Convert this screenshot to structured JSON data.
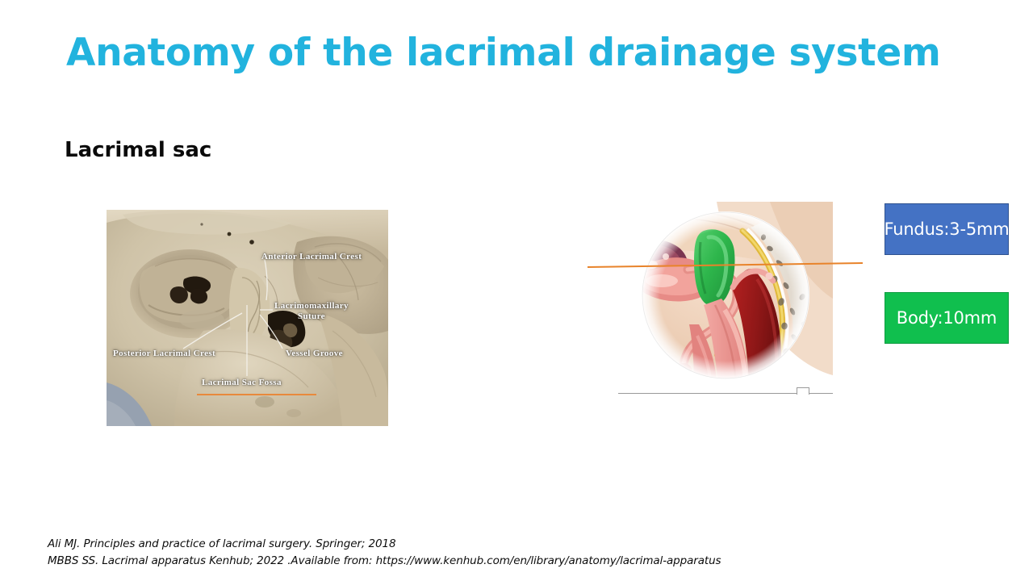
{
  "slide": {
    "title": "Anatomy of the lacrimal drainage system",
    "subtitle": "Lacrimal sac",
    "title_color": "#22B3DE",
    "background_color": "#FFFFFF"
  },
  "skull_figure": {
    "name": "skull-lacrimal-fossa-photograph",
    "labels": {
      "anterior_lacrimal_crest": "Anterior Lacrimal Crest",
      "lacrimomaxillary_suture_line1": "Lacrimomaxillary",
      "lacrimomaxillary_suture_line2": "Suture",
      "posterior_lacrimal_crest": "Posterior Lacrimal Crest",
      "vessel_groove": "Vessel Groove",
      "lacrimal_sac_fossa": "Lacrimal Sac Fossa"
    },
    "underline_color": "#E8893C"
  },
  "kenhub_figure": {
    "name": "kenhub-lacrimal-sac-illustration",
    "highlight_color": "#2BB34B",
    "marker_line_color": "#E8832A"
  },
  "measurements": [
    {
      "label": "Fundus:3-5mm",
      "fill": "#4472C4",
      "border": "#2F528F",
      "text_color": "#FFFFFF"
    },
    {
      "label": "Body:10mm",
      "fill": "#10BF4E",
      "border": "#0E9B40",
      "text_color": "#FFFFFF"
    }
  ],
  "citations": {
    "line1": "Ali MJ. Principles and practice of lacrimal surgery. Springer; 2018",
    "line2": "MBBS SS. Lacrimal apparatus Kenhub; 2022 .Available from: https://www.kenhub.com/en/library/anatomy/lacrimal-apparatus"
  }
}
